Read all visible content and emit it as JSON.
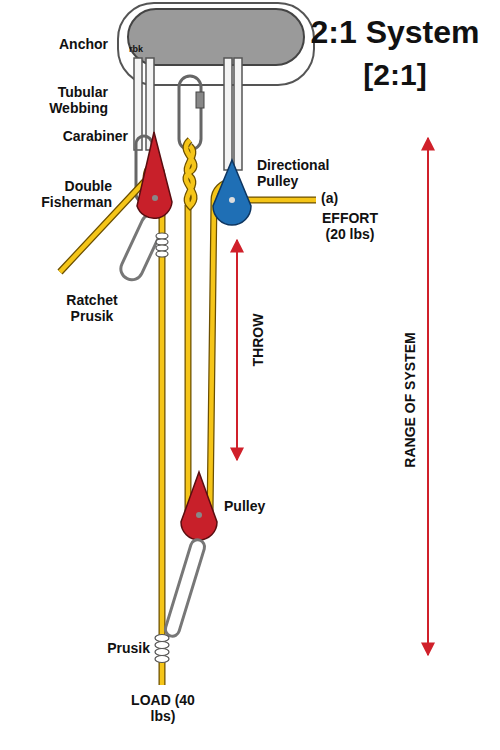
{
  "diagram": {
    "title": "2:1 System",
    "labels": [
      "[2:1]",
      "Anchor",
      "Tubular Webbing",
      "rbk",
      "Carabiner",
      "Double Fisherman",
      "Ratchet Prusik",
      "Directional Pulley",
      "(a)",
      "EFFORT (20 lbs)",
      "THROW",
      "RANGE OF SYSTEM",
      "Pulley",
      "Prusik",
      "LOAD (40 lbs)"
    ]
  }
}
